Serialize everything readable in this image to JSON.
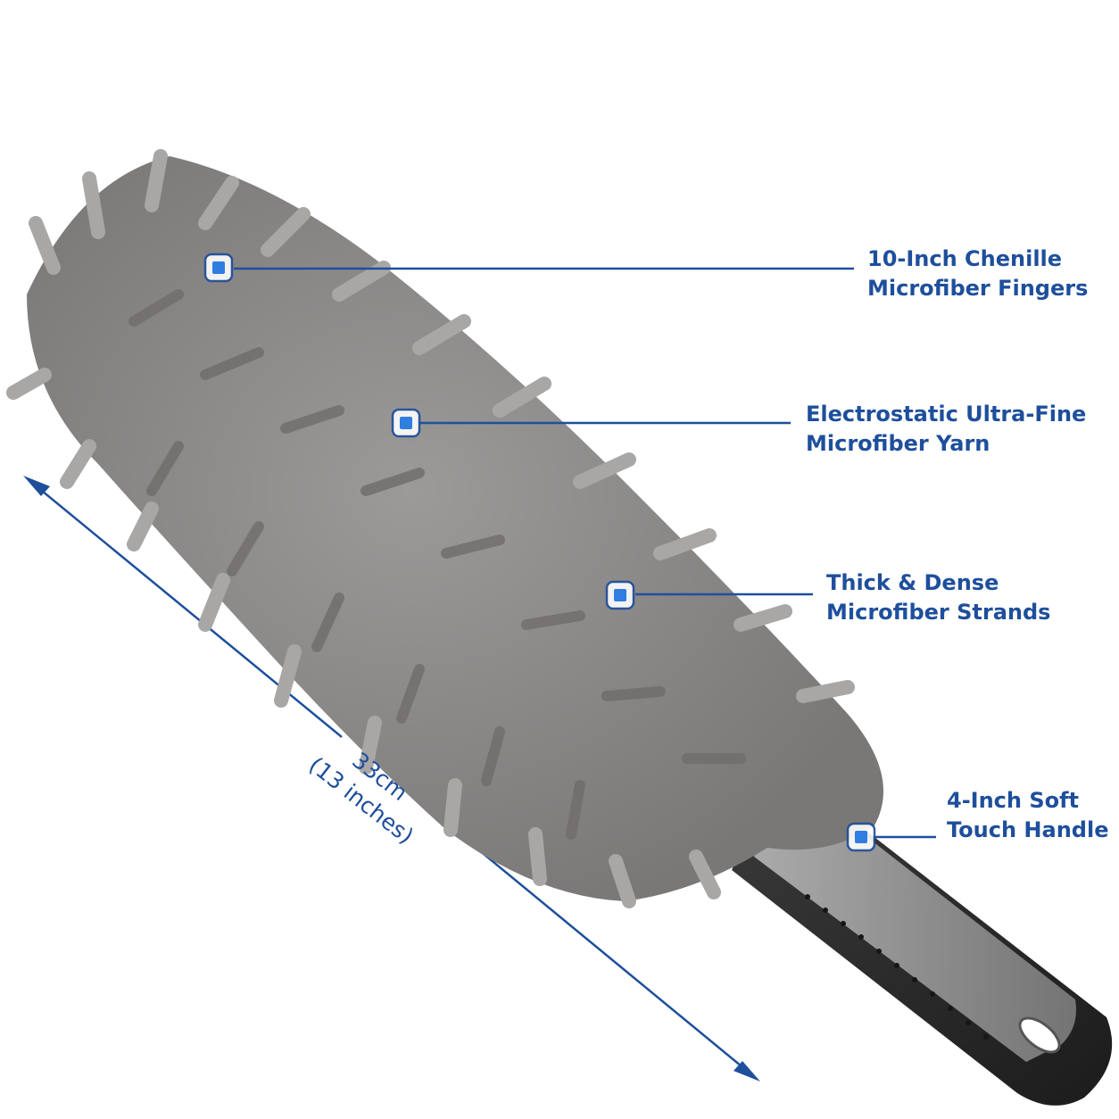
{
  "callouts": [
    {
      "line1": "10-Inch Chenille",
      "line2": "Microfiber Fingers"
    },
    {
      "line1": "Electrostatic Ultra-Fine",
      "line2": "Microfiber Yarn"
    },
    {
      "line1": "Thick & Dense",
      "line2": "Microfiber Strands"
    },
    {
      "line1": "4-Inch Soft",
      "line2": "Touch Handle"
    }
  ],
  "dimension": {
    "metric": "33cm",
    "imperial": "(13 inches)"
  },
  "colors": {
    "accent": "#1e4f9c",
    "marker": "#2f7ee0",
    "microfiber": "#8e8c8b",
    "handle_dark": "#2b2b2b",
    "handle_grip": "#9a9a9a"
  },
  "icons": [
    "callout-marker-icon",
    "arrow-head-icon"
  ]
}
